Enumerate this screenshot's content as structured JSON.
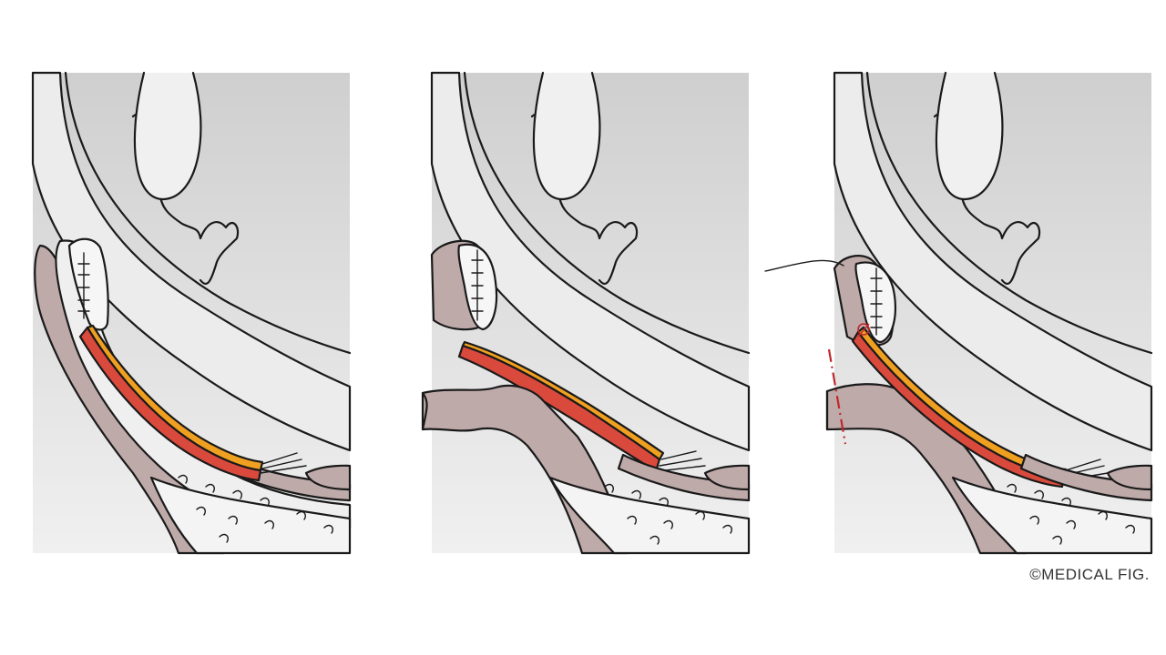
{
  "credit": "©MEDICAL FIG.",
  "panels": [
    {
      "id": "panel-1",
      "variant": "intact"
    },
    {
      "id": "panel-2",
      "variant": "resected"
    },
    {
      "id": "panel-3",
      "variant": "reattached"
    }
  ],
  "colors": {
    "background": "#ffffff",
    "globe": "#d6d6d6",
    "globe_highlight": "#ececec",
    "sclera_band": "#e2e2e2",
    "tissue": "#bfaaaa",
    "fat": "#f2f2f2",
    "muscle_outer": "#d94a3d",
    "muscle_inner": "#f0a020",
    "outline": "#1a1a1a",
    "cut_line": "#c0282b"
  }
}
